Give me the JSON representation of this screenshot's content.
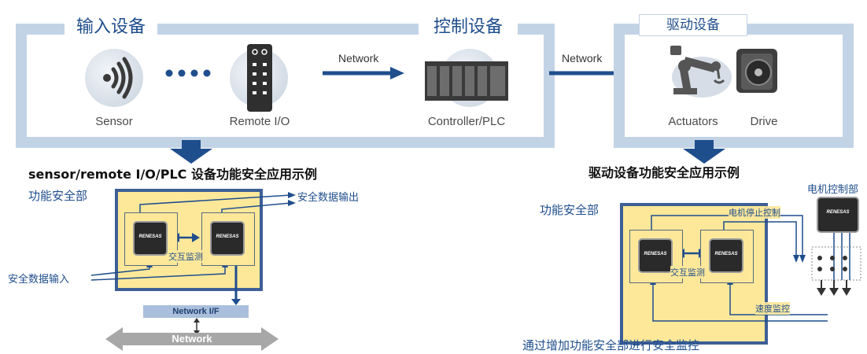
{
  "groups": {
    "input_title": "输入设备",
    "control_title": "控制设备",
    "drive_title": "驱动设备"
  },
  "devices": {
    "sensor": "Sensor",
    "remote_io": "Remote I/O",
    "controller": "Controller/PLC",
    "actuators": "Actuators",
    "drive": "Drive"
  },
  "links": {
    "network_1": "Network",
    "network_2": "Network"
  },
  "left_example": {
    "title": "sensor/remote I/O/PLC 设备功能安全应用示例",
    "safety_unit": "功能安全部",
    "output": "安全数据输出",
    "input": "安全数据输入",
    "mutual_monitor": "交互监测",
    "chip_logo": "RENESAS",
    "network_if": "Network I/F",
    "network": "Network"
  },
  "right_example": {
    "title": "驱动设备功能安全应用示例",
    "safety_unit": "功能安全部",
    "motor_control": "电机控制部",
    "motor_stop": "电机停止控制",
    "mutual_monitor": "交互监测",
    "speed_monitor": "速度监控",
    "chip_logo": "RENESAS",
    "footer": "通过增加功能安全部进行安全监控"
  },
  "colors": {
    "frame": "#c3d3e6",
    "accent": "#1f4e8c",
    "safety_fill": "#fde89a",
    "safety_border": "#3e5f96"
  }
}
